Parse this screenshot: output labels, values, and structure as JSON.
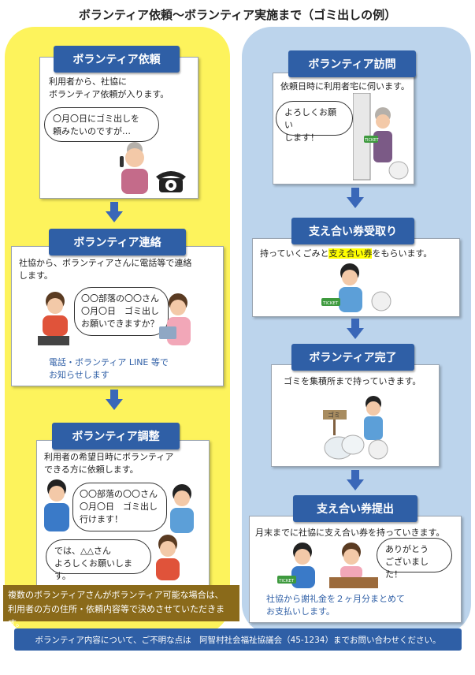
{
  "title": "ボランティア依頼～ボランティア実施まで（ゴミ出しの例）",
  "left": {
    "step1": {
      "header": "ボランティア依頼",
      "desc_line1": "利用者から、社協に",
      "desc_line2": "ボランティア依頼が入ります。",
      "bubble_line1": "〇月〇日にゴミ出しを",
      "bubble_line2": "頼みたいのですが…"
    },
    "step2": {
      "header": "ボランティア連絡",
      "desc_line1": "社協から、ボランティアさんに電話等で連絡",
      "desc_line2": "します。",
      "bubble_line1": "〇〇部落の〇〇さん",
      "bubble_line2": "〇月〇日　ゴミ出し",
      "bubble_line3": "お願いできますか？",
      "note_line1": "電話・ボランティア LINE 等で",
      "note_line2": "お知らせします"
    },
    "step3": {
      "header": "ボランティア調整",
      "desc_line1": "利用者の希望日時にボランティア",
      "desc_line2": "できる方に依頼します。",
      "bubble1_line1": "〇〇部落の〇〇さん",
      "bubble1_line2": "〇月〇日　ゴミ出し",
      "bubble1_line3": "行けます！",
      "bubble2_line1": "では、△△さん",
      "bubble2_line2": "よろしくお願いします。"
    },
    "footer_line1": "複数のボランティアさんがボランティア可能な場合は、",
    "footer_line2": "利用者の方の住所・依頼内容等で決めさせていただきます。"
  },
  "right": {
    "step4": {
      "header": "ボランティア訪問",
      "desc": "依頼日時に利用者宅に伺います。",
      "bubble_line1": "よろしくお願い",
      "bubble_line2": "します！",
      "ticket": "TICKET"
    },
    "step5": {
      "header": "支え合い券受取り",
      "desc_pre": "持っていくごみと",
      "desc_hl": "支え合い券",
      "desc_post": "をもらいます。",
      "ticket": "TICKET"
    },
    "step6": {
      "header": "ボランティア完了",
      "desc": "ゴミを集積所まで持っていきます。",
      "sign": "ゴミ"
    },
    "step7": {
      "header": "支え合い券提出",
      "desc": "月末までに社協に支え合い券を持っていきます。",
      "bubble_line1": "ありがとう",
      "bubble_line2": "ございました！",
      "note_line1": "社協から謝礼金を２ヶ月分まとめて",
      "note_line2": "お支払いします。",
      "ticket": "TICKET"
    }
  },
  "bottom_bar": "ボランティア内容について、ご不明な点は　阿智村社会福祉協議会（45-1234）までお問い合わせください。",
  "colors": {
    "left_bg": "#fdf35c",
    "right_bg": "#bcd4ec",
    "header": "#2f5fa6",
    "arrow": "#3a67b8"
  }
}
